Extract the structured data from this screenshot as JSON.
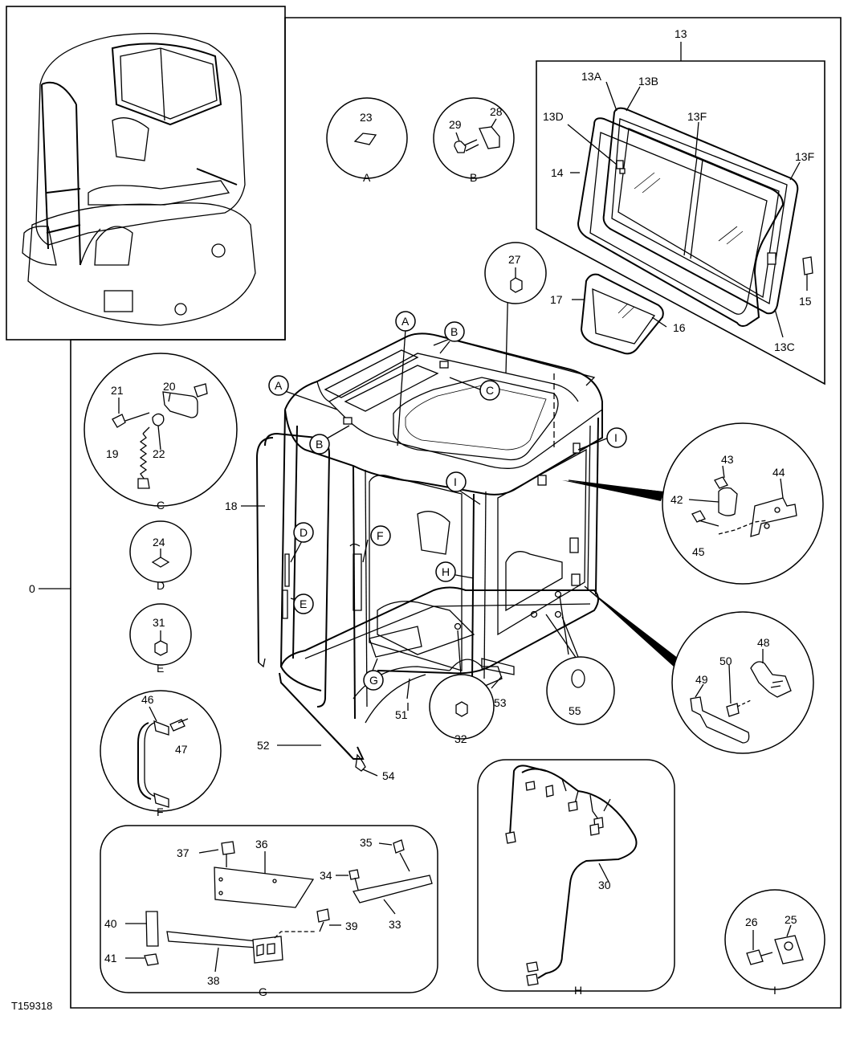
{
  "figure_code": "T159318",
  "parts": {
    "p0": "0",
    "p13": "13",
    "p13A": "13A",
    "p13B": "13B",
    "p13C": "13C",
    "p13D": "13D",
    "p13F_a": "13F",
    "p13F_b": "13F",
    "p14": "14",
    "p15": "15",
    "p16": "16",
    "p17": "17",
    "p18": "18",
    "p19": "19",
    "p20": "20",
    "p21": "21",
    "p22": "22",
    "p23": "23",
    "p24": "24",
    "p25": "25",
    "p26": "26",
    "p27": "27",
    "p28": "28",
    "p29": "29",
    "p30": "30",
    "p31": "31",
    "p32": "32",
    "p33": "33",
    "p34": "34",
    "p35": "35",
    "p36": "36",
    "p37": "37",
    "p38": "38",
    "p39": "39",
    "p40": "40",
    "p41": "41",
    "p42": "42",
    "p43": "43",
    "p44": "44",
    "p45": "45",
    "p46": "46",
    "p47": "47",
    "p48": "48",
    "p49": "49",
    "p50": "50",
    "p51": "51",
    "p52": "52",
    "p53": "53",
    "p54": "54",
    "p55": "55"
  },
  "detail_labels": {
    "A": "A",
    "B": "B",
    "C": "C",
    "D": "D",
    "E": "E",
    "F": "F",
    "G": "G",
    "H": "H",
    "I": "I"
  }
}
